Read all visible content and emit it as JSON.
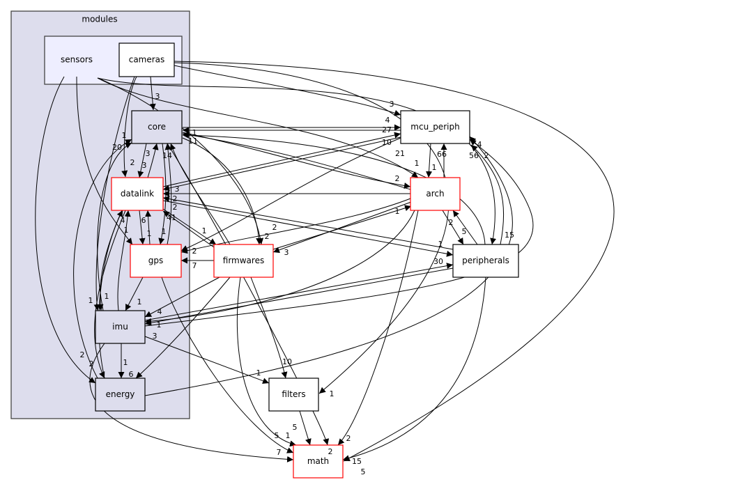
{
  "clusters": [
    {
      "id": "modules",
      "label": "modules",
      "fill": "#dddded"
    },
    {
      "id": "sensors",
      "label": "sensors",
      "fill": "#eeeeff"
    }
  ],
  "nodes": [
    {
      "id": "cameras",
      "label": "cameras",
      "border": "#000000",
      "fill": "#ffffff"
    },
    {
      "id": "core",
      "label": "core",
      "border": "#000000",
      "fill": "#dddded"
    },
    {
      "id": "datalink",
      "label": "datalink",
      "border": "#ff0000",
      "fill": "#ffffff"
    },
    {
      "id": "gps",
      "label": "gps",
      "border": "#ff0000",
      "fill": "#ffffff"
    },
    {
      "id": "imu",
      "label": "imu",
      "border": "#000000",
      "fill": "#dddded"
    },
    {
      "id": "energy",
      "label": "energy",
      "border": "#000000",
      "fill": "#dddded"
    },
    {
      "id": "mcu_periph",
      "label": "mcu_periph",
      "border": "#000000",
      "fill": "#ffffff"
    },
    {
      "id": "arch",
      "label": "arch",
      "border": "#ff0000",
      "fill": "#ffffff"
    },
    {
      "id": "peripherals",
      "label": "peripherals",
      "border": "#000000",
      "fill": "#ffffff"
    },
    {
      "id": "firmwares",
      "label": "firmwares",
      "border": "#ff0000",
      "fill": "#ffffff"
    },
    {
      "id": "filters",
      "label": "filters",
      "border": "#000000",
      "fill": "#ffffff"
    },
    {
      "id": "math",
      "label": "math",
      "border": "#ff0000",
      "fill": "#ffffff"
    }
  ],
  "edges": [
    {
      "from": "cameras",
      "to": "core",
      "label": "3"
    },
    {
      "from": "cameras",
      "to": "datalink",
      "label": "2"
    },
    {
      "from": "cameras",
      "to": "mcu_periph",
      "label": "3"
    },
    {
      "from": "cameras",
      "to": "filters",
      "label": "1"
    },
    {
      "from": "cameras",
      "to": "math",
      "label": "15"
    },
    {
      "from": "cameras",
      "to": "imu",
      "label": "1"
    },
    {
      "from": "sensors",
      "to": "energy",
      "label": "2"
    },
    {
      "from": "sensors",
      "to": "gps",
      "label": ""
    },
    {
      "from": "sensors",
      "to": "arch",
      "label": "1"
    },
    {
      "from": "sensors",
      "to": "peripherals",
      "label": "15"
    },
    {
      "from": "sensors",
      "to": "firmwares",
      "label": "2"
    },
    {
      "from": "core",
      "to": "datalink",
      "label": "3"
    },
    {
      "from": "datalink",
      "to": "core",
      "label": "3"
    },
    {
      "from": "core",
      "to": "math",
      "label": "2"
    },
    {
      "from": "core",
      "to": "mcu_periph",
      "label": "4"
    },
    {
      "from": "mcu_periph",
      "to": "core",
      "label": "1"
    },
    {
      "from": "core",
      "to": "arch",
      "label": "2"
    },
    {
      "from": "arch",
      "to": "core",
      "label": "11"
    },
    {
      "from": "peripherals",
      "to": "core",
      "label": "10"
    },
    {
      "from": "core",
      "to": "firmwares",
      "label": "2"
    },
    {
      "from": "datalink",
      "to": "mcu_periph",
      "label": "27"
    },
    {
      "from": "mcu_periph",
      "to": "datalink",
      "label": "3"
    },
    {
      "from": "arch",
      "to": "datalink",
      "label": "2"
    },
    {
      "from": "peripherals",
      "to": "datalink",
      "label": "2"
    },
    {
      "from": "datalink",
      "to": "peripherals",
      "label": "1"
    },
    {
      "from": "datalink",
      "to": "gps",
      "label": "1"
    },
    {
      "from": "gps",
      "to": "datalink",
      "label": "6"
    },
    {
      "from": "imu",
      "to": "datalink",
      "label": "4"
    },
    {
      "from": "energy",
      "to": "datalink",
      "label": "1"
    },
    {
      "from": "firmwares",
      "to": "datalink",
      "label": "41"
    },
    {
      "from": "datalink",
      "to": "firmwares",
      "label": "1"
    },
    {
      "from": "gps",
      "to": "core",
      "label": "1"
    },
    {
      "from": "core",
      "to": "gps",
      "label": "14"
    },
    {
      "from": "firmwares",
      "to": "core",
      "label": ""
    },
    {
      "from": "imu",
      "to": "core",
      "label": "20"
    },
    {
      "from": "energy",
      "to": "core",
      "label": "1"
    },
    {
      "from": "firmwares",
      "to": "gps",
      "label": "7"
    },
    {
      "from": "arch",
      "to": "gps",
      "label": "2"
    },
    {
      "from": "gps",
      "to": "imu",
      "label": "1"
    },
    {
      "from": "gps",
      "to": "math",
      "label": "1"
    },
    {
      "from": "firmwares",
      "to": "imu",
      "label": "4"
    },
    {
      "from": "firmwares",
      "to": "energy",
      "label": "6"
    },
    {
      "from": "firmwares",
      "to": "math",
      "label": "5"
    },
    {
      "from": "firmwares",
      "to": "filters",
      "label": "10"
    },
    {
      "from": "arch",
      "to": "firmwares",
      "label": "3"
    },
    {
      "from": "firmwares",
      "to": "arch",
      "label": "1"
    },
    {
      "from": "arch",
      "to": "imu",
      "label": "1"
    },
    {
      "from": "arch",
      "to": "mcu_periph",
      "label": "1"
    },
    {
      "from": "mcu_periph",
      "to": "arch",
      "label": "66"
    },
    {
      "from": "arch",
      "to": "peripherals",
      "label": "5"
    },
    {
      "from": "peripherals",
      "to": "arch",
      "label": "2"
    },
    {
      "from": "arch",
      "to": "math",
      "label": "2"
    },
    {
      "from": "peripherals",
      "to": "mcu_periph",
      "label": "56"
    },
    {
      "from": "peripherals",
      "to": "math",
      "label": "5"
    },
    {
      "from": "imu",
      "to": "peripherals",
      "label": "30"
    },
    {
      "from": "peripherals",
      "to": "imu",
      "label": "3"
    },
    {
      "from": "imu",
      "to": "mcu_periph",
      "label": "4"
    },
    {
      "from": "energy",
      "to": "mcu_periph",
      "label": "2"
    },
    {
      "from": "imu",
      "to": "energy",
      "label": "1"
    },
    {
      "from": "imu",
      "to": "filters",
      "label": "1"
    },
    {
      "from": "imu",
      "to": "math",
      "label": "7"
    },
    {
      "from": "filters",
      "to": "math",
      "label": "5"
    },
    {
      "from": "datalink",
      "to": "imu",
      "label": "1"
    },
    {
      "from": "mcu_periph",
      "to": "gps",
      "label": "21"
    },
    {
      "from": "datalink",
      "to": "energy",
      "label": "2"
    }
  ]
}
